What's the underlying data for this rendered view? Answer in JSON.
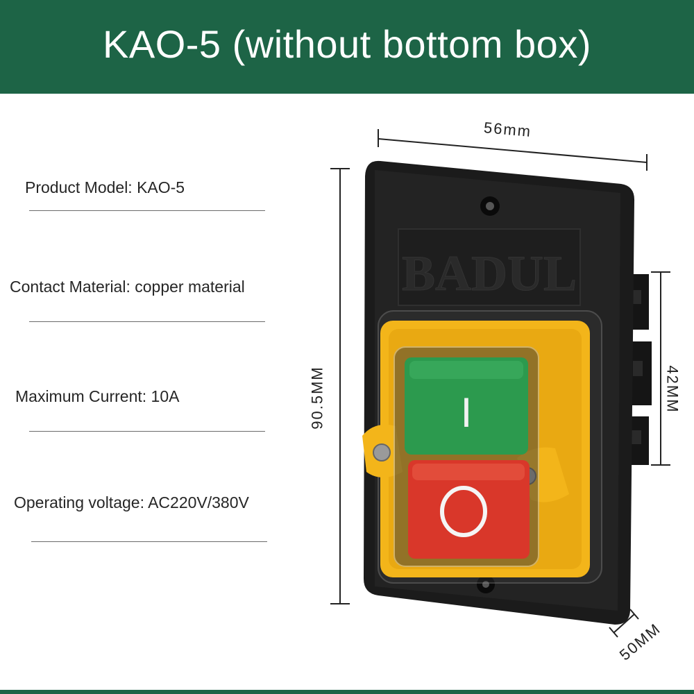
{
  "header": {
    "title": "KAO-5 (without bottom box)"
  },
  "specs": [
    {
      "text": "Product Model: KAO-5"
    },
    {
      "text": "Contact Material: copper material"
    },
    {
      "text": "Maximum Current: 10A"
    },
    {
      "text": "Operating voltage: AC220V/380V"
    }
  ],
  "dimensions": {
    "width": "56mm",
    "height": "90.5MM",
    "button_area": "42MM",
    "depth": "50MM"
  },
  "product": {
    "brand_embossing": "BADUL",
    "on_symbol": "I",
    "off_symbol": "O"
  },
  "colors": {
    "header": "#1d6446",
    "housing": "#1b1b1b",
    "frame": "#f3b51a",
    "on_button": "#2c9a4e",
    "off_button": "#d9372a"
  }
}
